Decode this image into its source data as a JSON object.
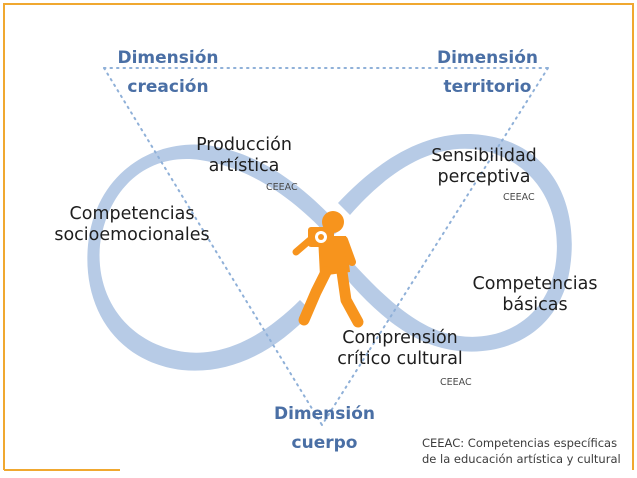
{
  "colors": {
    "border": "#f0a830",
    "ribbon": "#b7cbe6",
    "ribbon_dark": "#9fb6da",
    "dots": "#8fb0d8",
    "figure": "#f7941d",
    "dimension_text": "#4a6fa5"
  },
  "dimensions": {
    "creacion": [
      "Dimensión",
      "creación"
    ],
    "territorio": [
      "Dimensión",
      "territorio"
    ],
    "cuerpo": [
      "Dimensión",
      "cuerpo"
    ]
  },
  "competencies": {
    "produccion": [
      "Producción",
      "artística"
    ],
    "socioemocionales": [
      "Competencias",
      "socioemocionales"
    ],
    "sensibilidad": [
      "Sensibilidad",
      "perceptiva"
    ],
    "basicas": [
      "Competencias",
      "básicas"
    ],
    "comprension": [
      "Comprensión",
      "crítico cultural"
    ]
  },
  "tags": {
    "produccion": "CEEAC",
    "sensibilidad": "CEEAC",
    "comprension": "CEEAC"
  },
  "note": [
    "CEEAC: Competencias específicas",
    "de la educación artística y cultural"
  ],
  "icons": {
    "center_figure": "photographer-icon"
  }
}
